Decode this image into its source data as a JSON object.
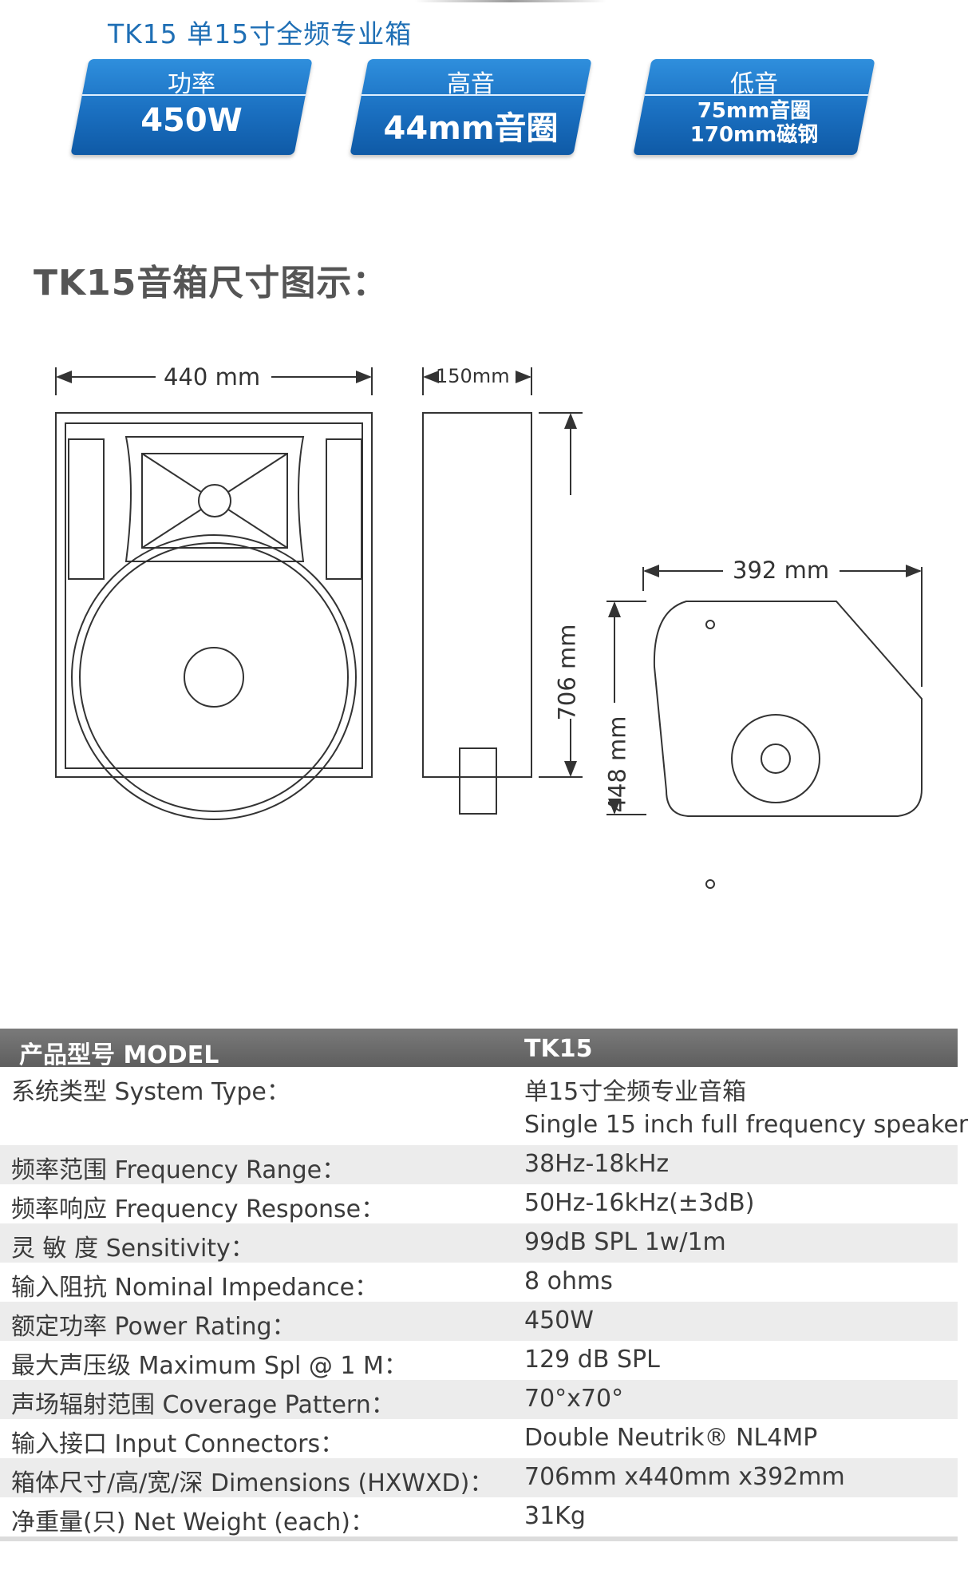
{
  "header": {
    "title": "TK15  单15寸全频专业箱"
  },
  "badges": [
    {
      "label": "功率",
      "value": "450W"
    },
    {
      "label": "高音",
      "value": "44mm音圈"
    },
    {
      "label": "低音",
      "value_line1": "75mm音圈",
      "value_line2": "170mm磁钢"
    }
  ],
  "section": {
    "title": "TK15音箱尺寸图示："
  },
  "dimensions": {
    "front_width": "440 mm",
    "side_depth": "150mm",
    "height": "706 mm",
    "top_depth": "392 mm",
    "top_height": "448 mm"
  },
  "spec_table": {
    "header": {
      "label": "产品型号 MODEL",
      "value": "TK15"
    },
    "rows": [
      {
        "label": "系统类型 System Type：",
        "value": "单15寸全频专业音箱"
      },
      {
        "label": "",
        "value": "Single 15 inch full frequency speaker"
      },
      {
        "label": "频率范围 Frequency Range：",
        "value": "38Hz-18kHz"
      },
      {
        "label": "频率响应 Frequency Response：",
        "value": "50Hz-16kHz(±3dB)"
      },
      {
        "label": "灵 敏 度 Sensitivity：",
        "value": "99dB SPL 1w/1m"
      },
      {
        "label": "输入阻抗 Nominal Impedance：",
        "value": "8 ohms"
      },
      {
        "label": "额定功率 Power Rating：",
        "value": "450W"
      },
      {
        "label": "最大声压级 Maximum Spl @ 1 M：",
        "value": "129 dB SPL"
      },
      {
        "label": "声场辐射范围 Coverage Pattern：",
        "value": "70°x70°"
      },
      {
        "label": "输入接口 Input Connectors：",
        "value": "Double Neutrik® NL4MP"
      },
      {
        "label": "箱体尺寸/高/宽/深 Dimensions (HXWXD)：",
        "value": "706mm x440mm x392mm"
      },
      {
        "label": "净重量(只) Net Weight (each)：",
        "value": "31Kg"
      }
    ]
  },
  "colors": {
    "title_blue": "#1f6fb5",
    "badge_blue": "#1a6fc0",
    "table_header": "#6b6b6b",
    "row_alt": "#ececec"
  }
}
